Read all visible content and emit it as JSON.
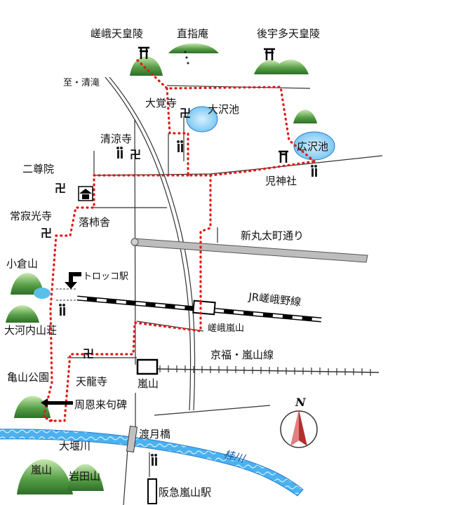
{
  "places": {
    "saga_tomb": "嵯峨天皇陵",
    "jikishian": "直指庵",
    "gouda_tomb": "後宇多天皇陵",
    "to_kiyotaki": "至・清滝",
    "daikakuji": "大覚寺",
    "osawa_pond": "大沢池",
    "hirosawa_pond": "広沢池",
    "seiryoji": "清涼寺",
    "nisonin": "二尊院",
    "kojinja": "児神社",
    "jojakkoji": "常寂光寺",
    "rakushisha": "落柿舎",
    "ogurayama": "小倉山",
    "torokko_station": "トロッコ駅",
    "okochi_sanso": "大河内山荘",
    "tenryuji": "天龍寺",
    "kameyama_park": "亀山公園",
    "shuonrai_monument": "周恩来句碑",
    "arashiyama_station": "嵐山",
    "saga_arashiyama_station": "嵯峨嵐山",
    "togetsukyo": "渡月橋",
    "oi_canal": "大堰川",
    "arashiyama_mtn": "嵐山",
    "iwatayama": "岩田山",
    "hankyu_station": "阪急嵐山駅",
    "katsura_river": "桂川"
  },
  "roads": {
    "shin_marutamachi": "新丸太町通り",
    "jr_sagano_line": "JR嵯峨野線",
    "keifuku_line": "京福・嵐山線"
  },
  "compass": {
    "label": "N"
  },
  "colors": {
    "route": "#e01818",
    "river": "#3aa0e8",
    "pond": "#a8d8f0",
    "hill_green": "#58a048",
    "rail": "#000000"
  },
  "icons": {
    "temple": "manji-temple-icon",
    "shrine": "torii-icon",
    "bus": "bus-stop-icon",
    "tomb": "torii-tomb-icon"
  }
}
